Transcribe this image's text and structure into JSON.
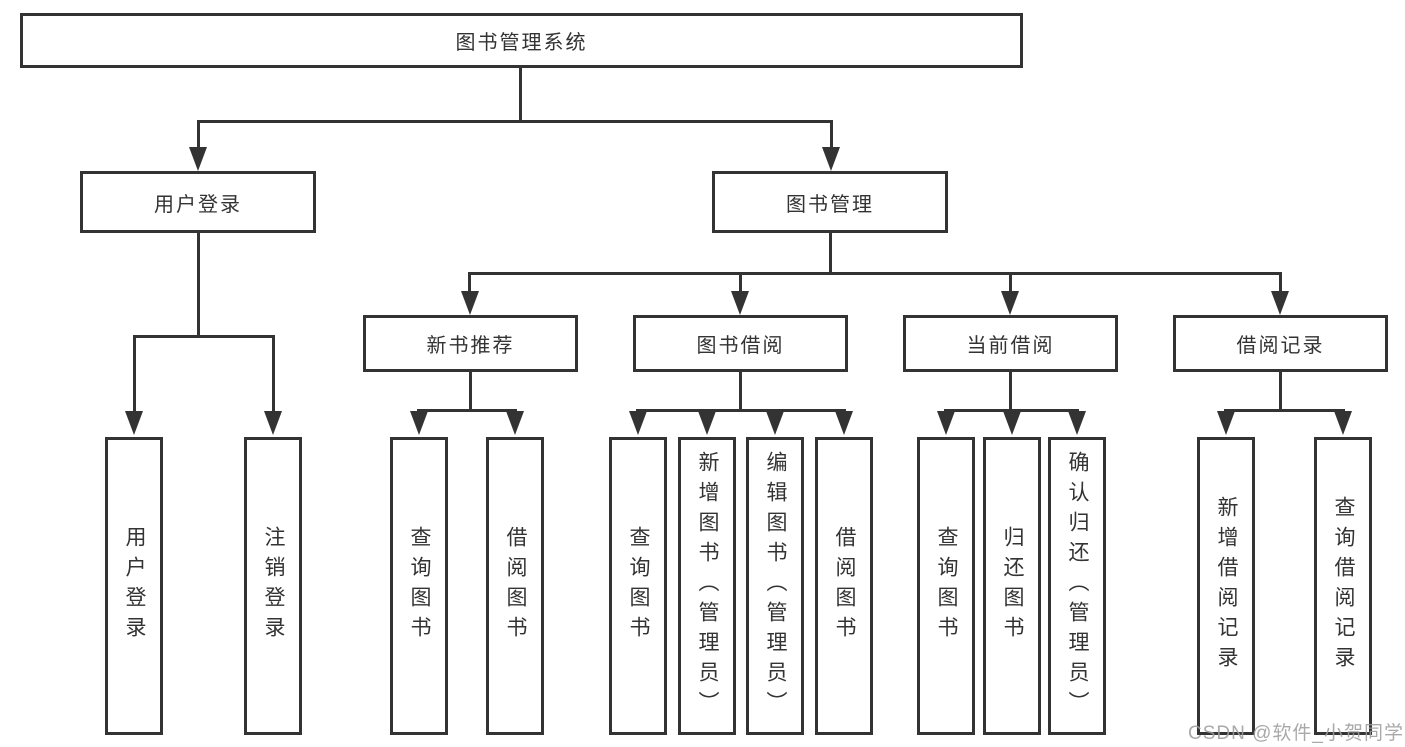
{
  "colors": {
    "line": "#333333",
    "text": "#333333",
    "box_background": "#ffffff",
    "watermark_text_color": "#9e9e9e"
  },
  "watermark": "CSDN @软件_小贺同学",
  "tree": {
    "root": {
      "label": "图书管理系统"
    },
    "branches": [
      {
        "label": "用户登录",
        "children": [
          {
            "label": "用户登录"
          },
          {
            "label": "注销登录"
          }
        ]
      },
      {
        "label": "图书管理",
        "sections": [
          {
            "label": "新书推荐",
            "children": [
              {
                "label": "查询图书"
              },
              {
                "label": "借阅图书"
              }
            ]
          },
          {
            "label": "图书借阅",
            "children": [
              {
                "label": "查询图书"
              },
              {
                "label": "新增图书（管理员）"
              },
              {
                "label": "编辑图书（管理员）"
              },
              {
                "label": "借阅图书"
              }
            ]
          },
          {
            "label": "当前借阅",
            "children": [
              {
                "label": "查询图书"
              },
              {
                "label": "归还图书"
              },
              {
                "label": "确认归还（管理员）"
              }
            ]
          },
          {
            "label": "借阅记录",
            "children": [
              {
                "label": "新增借阅记录"
              },
              {
                "label": "查询借阅记录"
              }
            ]
          }
        ]
      }
    ]
  }
}
